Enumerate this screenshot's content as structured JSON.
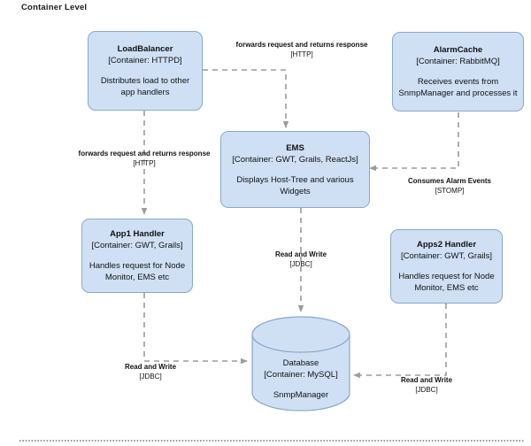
{
  "page": {
    "title": "Container Level"
  },
  "nodes": [
    {
      "id": "loadbalancer",
      "name": "LoadBalancer",
      "tech": "[Container: HTTPD]",
      "desc": "Distributes load to other app handlers"
    },
    {
      "id": "alarmcache",
      "name": "AlarmCache",
      "tech": "[Container: RabbitMQ]",
      "desc": "Receives events from SnmpManager and processes it"
    },
    {
      "id": "ems",
      "name": "EMS",
      "tech": "[Container: GWT, Grails, ReactJs]",
      "desc": "Displays Host-Tree and various Widgets"
    },
    {
      "id": "app1",
      "name": "App1 Handler",
      "tech": "[Container: GWT, Grails]",
      "desc": "Handles request for Node Monitor, EMS etc"
    },
    {
      "id": "apps2",
      "name": "Apps2 Handler",
      "tech": "[Container: GWT, Grails]",
      "desc": "Handles request for Node Monitor, EMS etc"
    },
    {
      "id": "database",
      "name": "Database",
      "tech": "[Container: MySQL]",
      "desc": "SnmpManager"
    }
  ],
  "edges": [
    {
      "id": "lb-to-ems",
      "from": "loadbalancer",
      "to": "ems",
      "label": "forwards request and returns response",
      "protocol": "[HTTP]"
    },
    {
      "id": "lb-to-app1",
      "from": "loadbalancer",
      "to": "app1",
      "label": "forwards request and returns response",
      "protocol": "[HTTP]"
    },
    {
      "id": "alarmcache-to-ems",
      "from": "alarmcache",
      "to": "ems",
      "label": "Consumes Alarm Events",
      "protocol": "[STOMP]"
    },
    {
      "id": "ems-to-db",
      "from": "ems",
      "to": "database",
      "label": "Read and Write",
      "protocol": "[JDBC]"
    },
    {
      "id": "app1-to-db",
      "from": "app1",
      "to": "database",
      "label": "Read and Write",
      "protocol": "[JDBC]"
    },
    {
      "id": "apps2-to-db",
      "from": "apps2",
      "to": "database",
      "label": "Read and Write",
      "protocol": "[JDBC]"
    }
  ],
  "colors": {
    "node_fill": "#cfe0f5",
    "node_stroke": "#8aa8c8",
    "connector": "#9b9b9b",
    "text": "#111111",
    "background": "#ffffff"
  }
}
